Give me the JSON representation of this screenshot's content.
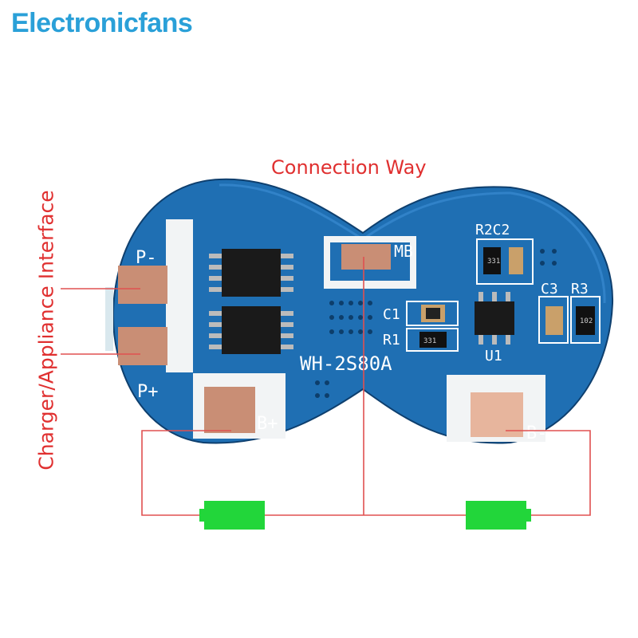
{
  "brand": "Electronicfans",
  "title": "Connection Way",
  "side_label": "Charger/Appliance Interface",
  "board": {
    "model": "WH-2S80A",
    "pads": {
      "p_minus": "P-",
      "p_plus": "P+",
      "b_plus": "B+",
      "b_minus": "B-",
      "mb": "MB"
    },
    "components": {
      "c1": "C1",
      "r1": "R1",
      "r2c2": "R2C2",
      "c3": "C3",
      "r3": "R3",
      "u1": "U1"
    },
    "chip_text": {
      "r1": "331",
      "r2": "331",
      "r3": "102"
    }
  },
  "colors": {
    "board": "#1f6fb3",
    "wire": "#e05050",
    "battery": "#22d63a",
    "text_red": "#e03030",
    "brand": "#2aa0d8"
  }
}
